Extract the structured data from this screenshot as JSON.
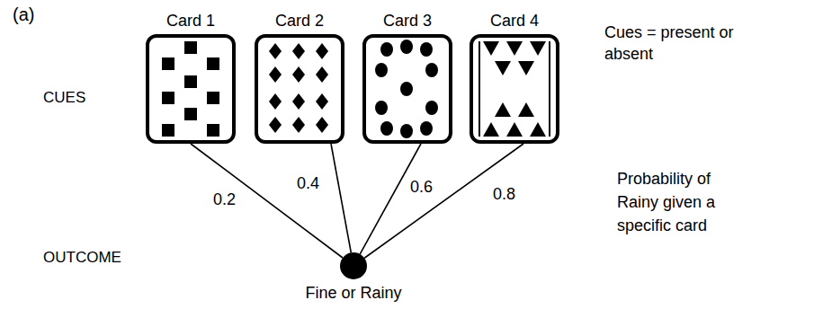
{
  "diagram": {
    "nodes": [
      {
        "text": [
          "Card 1"
        ]
      },
      {
        "text": [
          "Card 2"
        ]
      },
      {
        "text": [
          "Card 3"
        ]
      },
      {
        "text": [
          "Card 4"
        ]
      },
      {
        "text": [
          "Fine or Rainy"
        ]
      }
    ],
    "edges": [
      {
        "from": 0,
        "to": 4,
        "arrow": "none",
        "label": "0.2"
      },
      {
        "from": 1,
        "to": 4,
        "arrow": "none",
        "label": "0.4"
      },
      {
        "from": 2,
        "to": 4,
        "arrow": "none",
        "label": "0.6"
      },
      {
        "from": 3,
        "to": 4,
        "arrow": "none",
        "label": "0.8"
      }
    ],
    "labels": [
      "(a)",
      "CUES",
      "OUTCOME",
      "Cues = present or absent",
      "Probability of Rainy given a specific card"
    ]
  }
}
